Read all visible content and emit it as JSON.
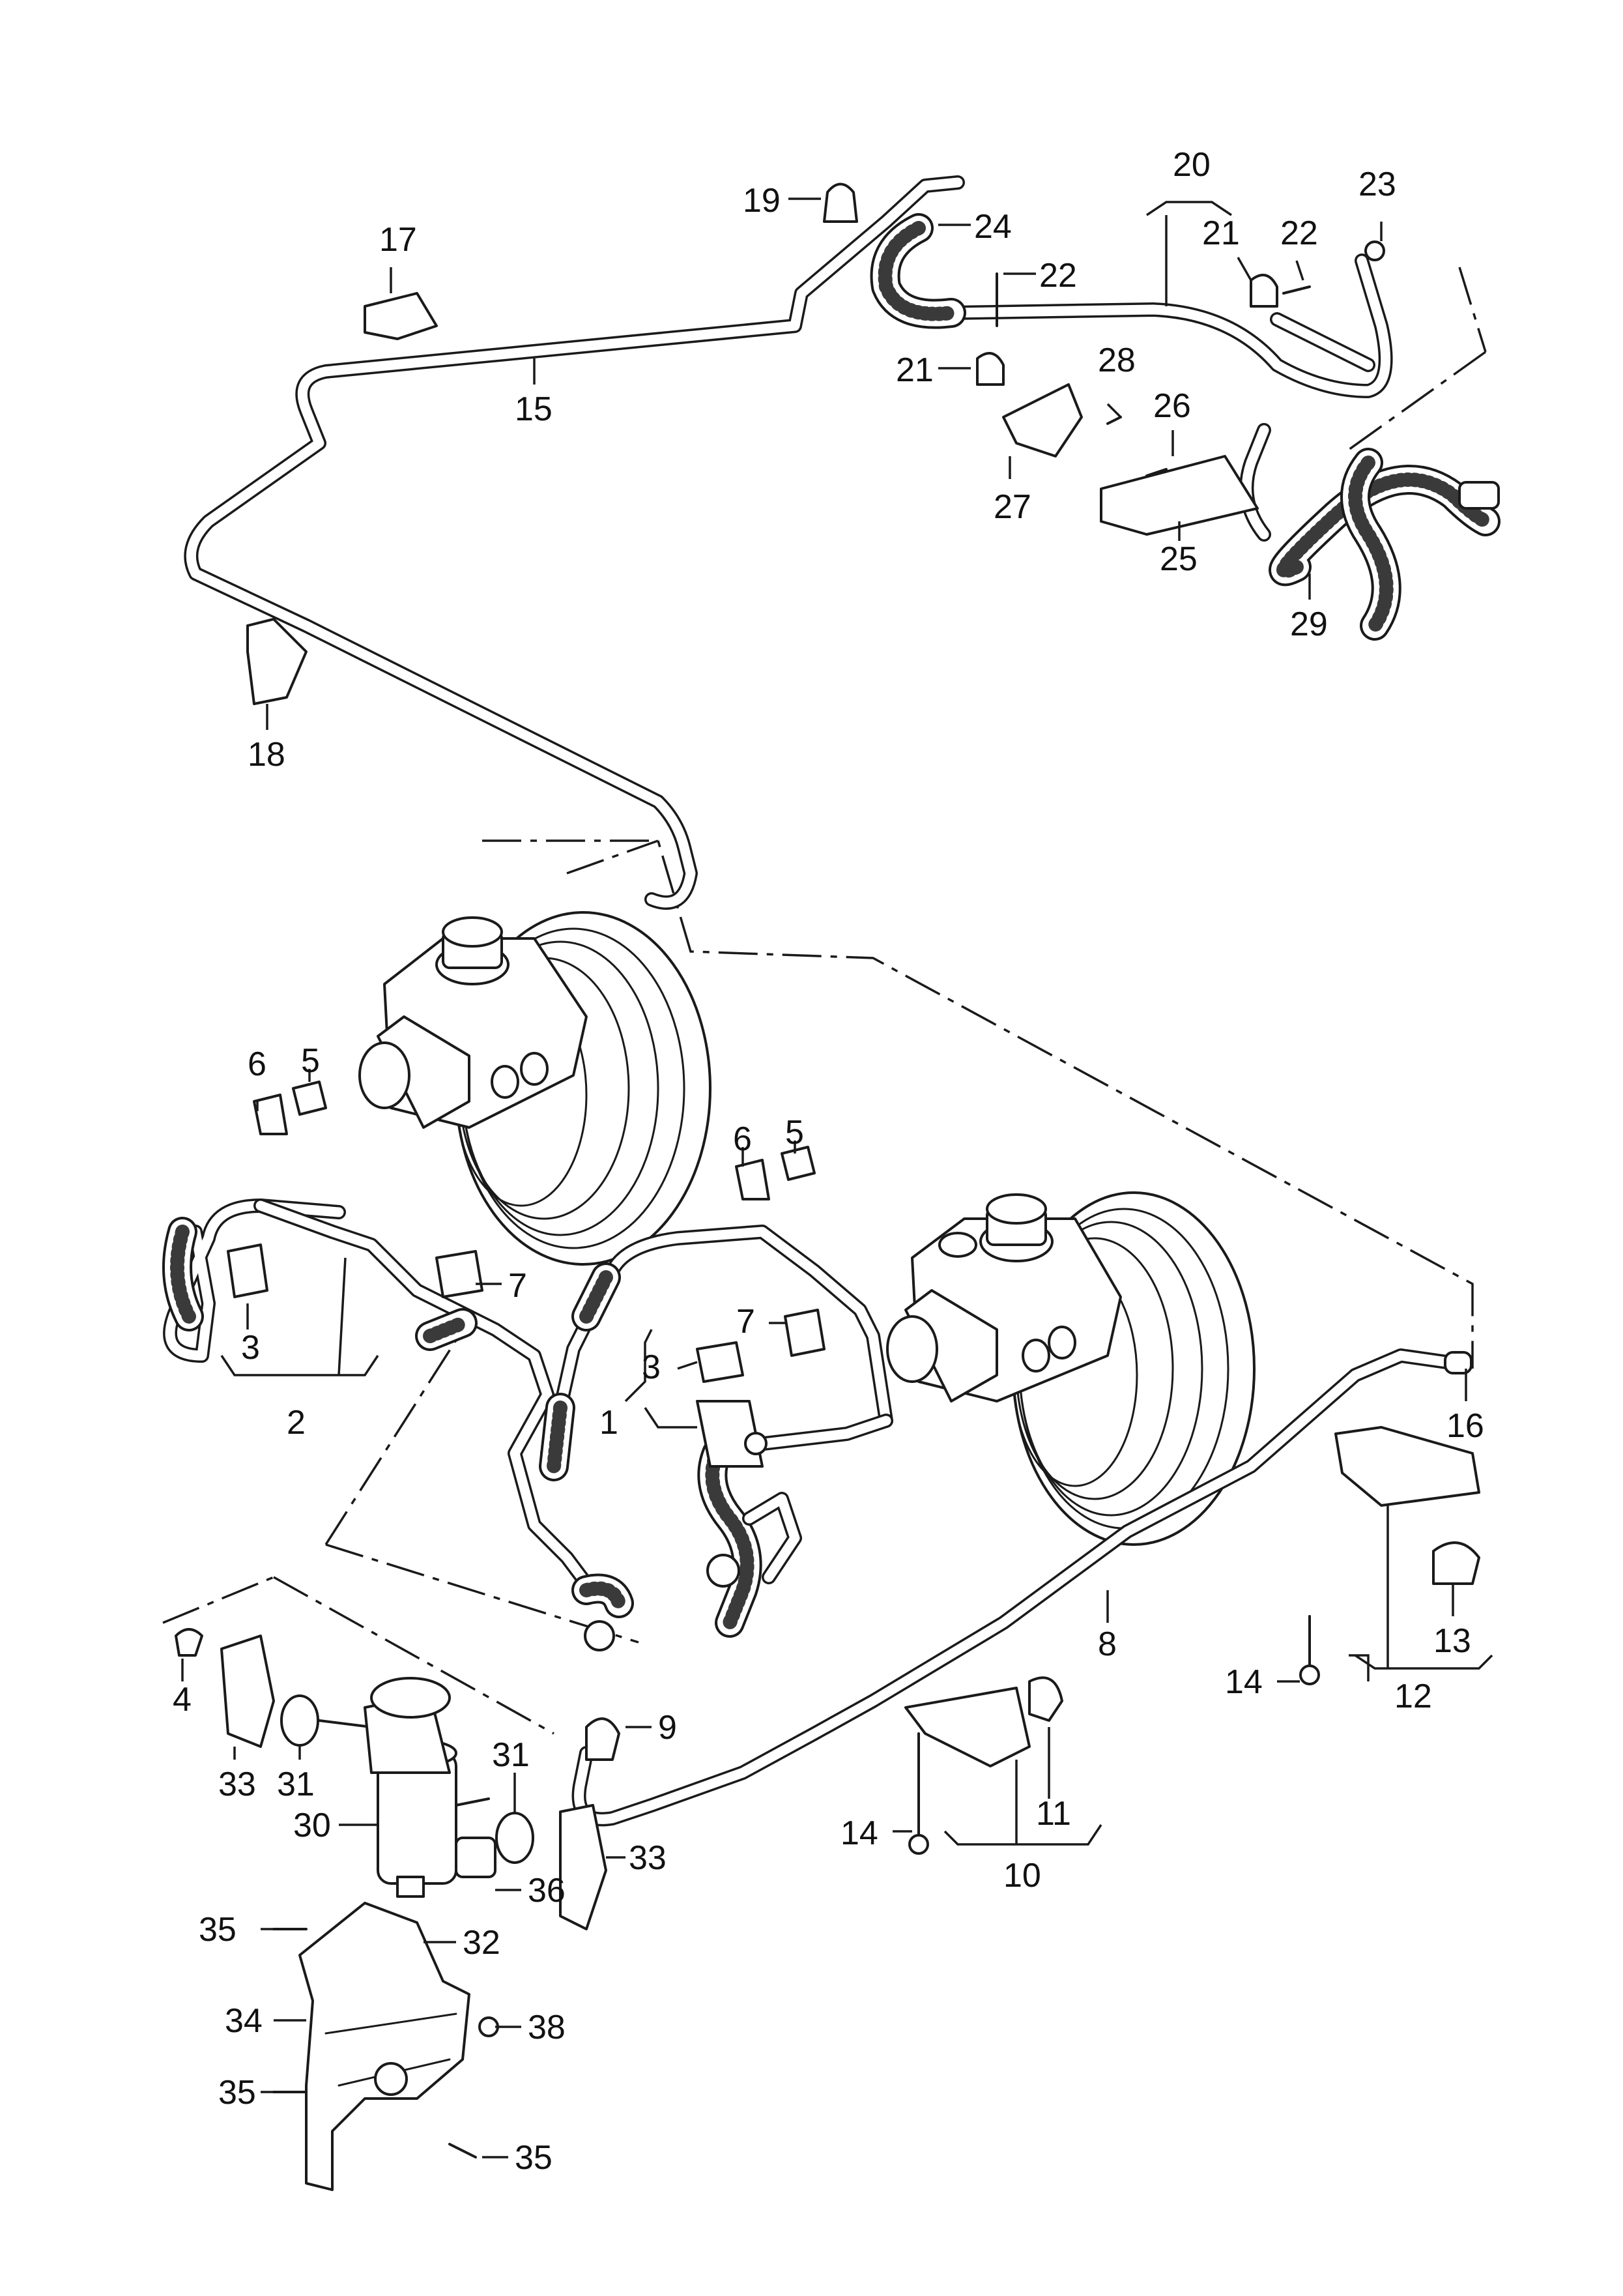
{
  "callouts": {
    "c1": "1",
    "c2": "2",
    "c3a": "3",
    "c3b": "3",
    "c4": "4",
    "c5a": "5",
    "c5b": "5",
    "c6a": "6",
    "c6b": "6",
    "c7a": "7",
    "c7b": "7",
    "c8": "8",
    "c9": "9",
    "c10": "10",
    "c11": "11",
    "c12": "12",
    "c13": "13",
    "c14a": "14",
    "c14b": "14",
    "c15": "15",
    "c16": "16",
    "c17": "17",
    "c18": "18",
    "c19": "19",
    "c20": "20",
    "c21a": "21",
    "c21b": "21",
    "c22a": "22",
    "c22b": "22",
    "c23": "23",
    "c24": "24",
    "c25": "25",
    "c26": "26",
    "c27": "27",
    "c28": "28",
    "c29": "29",
    "c30": "30",
    "c31a": "31",
    "c31b": "31",
    "c32": "32",
    "c33a": "33",
    "c33b": "33",
    "c34": "34",
    "c35a": "35",
    "c35b": "35",
    "c35c": "35",
    "c36": "36",
    "c38": "38"
  },
  "icons": {
    "master-cylinder": "brake-master-cylinder-icon",
    "brake-booster": "brake-booster-icon",
    "vacuum-pump": "vacuum-pump-icon",
    "bracket": "bracket-icon"
  }
}
